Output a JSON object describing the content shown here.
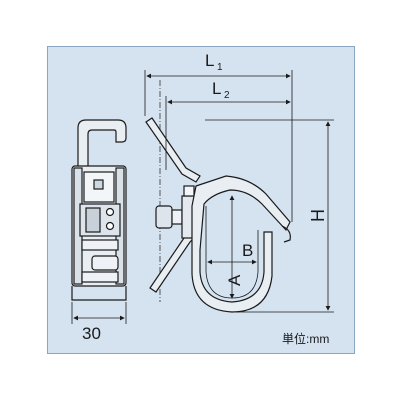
{
  "colors": {
    "background": "#d5e3f1",
    "border": "#8aa6c2",
    "line": "#1a1a1a",
    "hatch": "#6f8090",
    "metal": "#e9eef3"
  },
  "labels": {
    "l1": "L",
    "l1_sub": "1",
    "l2": "L",
    "l2_sub": "2",
    "h": "H",
    "a": "A",
    "b": "B",
    "width_value": "30",
    "unit_note": "単位:mm"
  }
}
